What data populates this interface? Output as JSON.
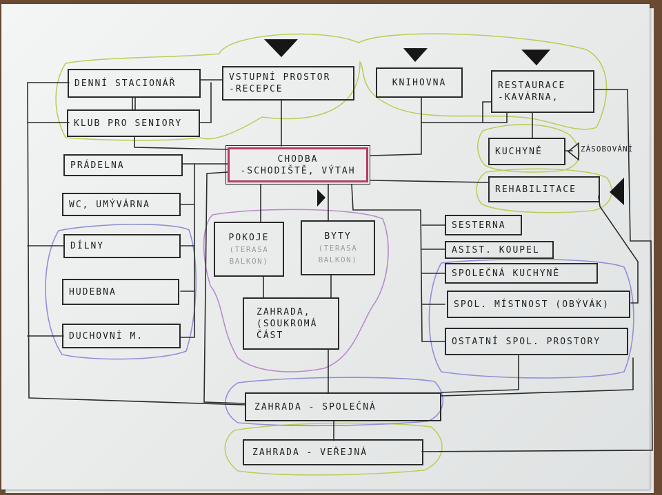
{
  "diagram": {
    "nodes": {
      "denni_stacionar": "DENNÍ STACIONÁŘ",
      "klub_pro_seniory": "KLUB PRO SENIORY",
      "vstupni_prostor": [
        "VSTUPNÍ PROSTOR",
        "-RECEPCE"
      ],
      "knihovna": "KNIHOVNA",
      "restaurace": [
        "RESTAURACE",
        "-KAVÁRNA,"
      ],
      "kuchyne": "KUCHYNĚ",
      "zasobovani": "ZÁSOBOVÁNÍ",
      "chodba": [
        "CHODBA",
        "-SCHODIŠTĚ, VÝTAH"
      ],
      "pradelna": "PRÁDELNA",
      "wc": "WC, UMÝVÁRNA",
      "rehabilitace": "REHABILITACE",
      "dilny": "DÍLNY",
      "hudebna": "HUDEBNA",
      "duchovni": "DUCHOVNÍ M.",
      "pokoje": [
        "POKOJE",
        "(TERASA",
        "BALKON)"
      ],
      "byty": [
        "BYTY",
        "(TERASA",
        "BALKON)"
      ],
      "zahrada_soukroma": [
        "ZAHRADA,",
        "(SOUKROMÁ",
        "ČÁST"
      ],
      "sesterna": "SESTERNA",
      "asist_koupel": "ASIST. KOUPEL",
      "spolecna_kuchyne": "SPOLEČNÁ KUCHYNĚ",
      "spol_mistnost": "SPOL. MÍSTNOST (OBÝVÁK)",
      "ostatni_prostory": "OSTATNÍ SPOL. PROSTORY",
      "zahrada_spolecna": "ZAHRADA - SPOLEČNÁ",
      "zahrada_verejna": "ZAHRADA - VEŘEJNÁ"
    },
    "colors": {
      "ink": "#1e1e1e",
      "chodba_outline": "#b53b67",
      "green_group": "#b8cf5a",
      "blue_group": "#8f8fd6",
      "purple_group": "#b78ac7",
      "pencil_text": "#9c9c9c",
      "paper": "#eceeee",
      "background": "#6b4a33"
    },
    "markers": [
      "triangle-down-icon",
      "triangle-right-icon",
      "triangle-left-icon"
    ]
  }
}
